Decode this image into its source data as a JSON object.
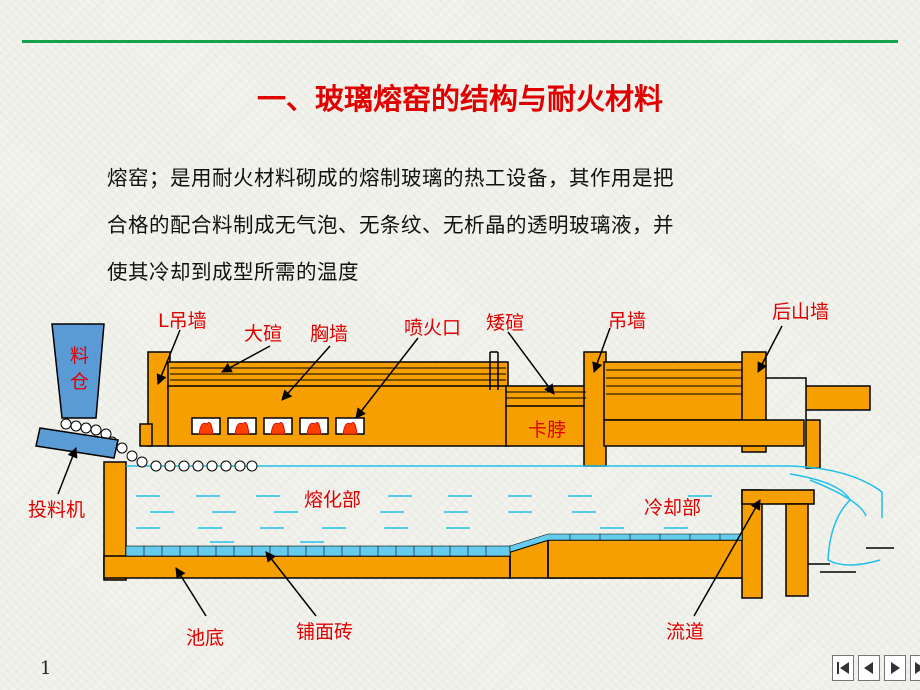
{
  "slide": {
    "title": "一、玻璃熔窑的结构与耐火材料",
    "body_lines": [
      "熔窑；是用耐火材料砌成的熔制玻璃的热工设备，其作用是把",
      "合格的配合料制成无气泡、无条纹、无析晶的透明玻璃液，并",
      "使其冷却到成型所需的温度"
    ],
    "page_number": "1"
  },
  "diagram": {
    "labels": {
      "l_wall": "L吊墙",
      "crown": "大碹",
      "breast_wall": "胸墙",
      "burner_port": "喷火口",
      "low_crown": "矮碹",
      "hanging_wall": "吊墙",
      "back_wall": "后山墙",
      "hopper_line1": "料",
      "hopper_line2": "仓",
      "neck": "卡脖",
      "feeder": "投料机",
      "melting_zone": "熔化部",
      "cooling_zone": "冷却部",
      "pool_bottom": "池底",
      "paving_brick": "铺面砖",
      "throat": "流道"
    },
    "colors": {
      "refractory": "#f5a000",
      "hopper": "#5b9bd5",
      "glass_line": "#22c0e8",
      "paving": "#66ccee",
      "label": "#e00000",
      "flame": "#ff4000"
    }
  },
  "navigation": {
    "buttons": [
      "first-icon",
      "prev-icon",
      "next-icon",
      "last-icon"
    ]
  }
}
